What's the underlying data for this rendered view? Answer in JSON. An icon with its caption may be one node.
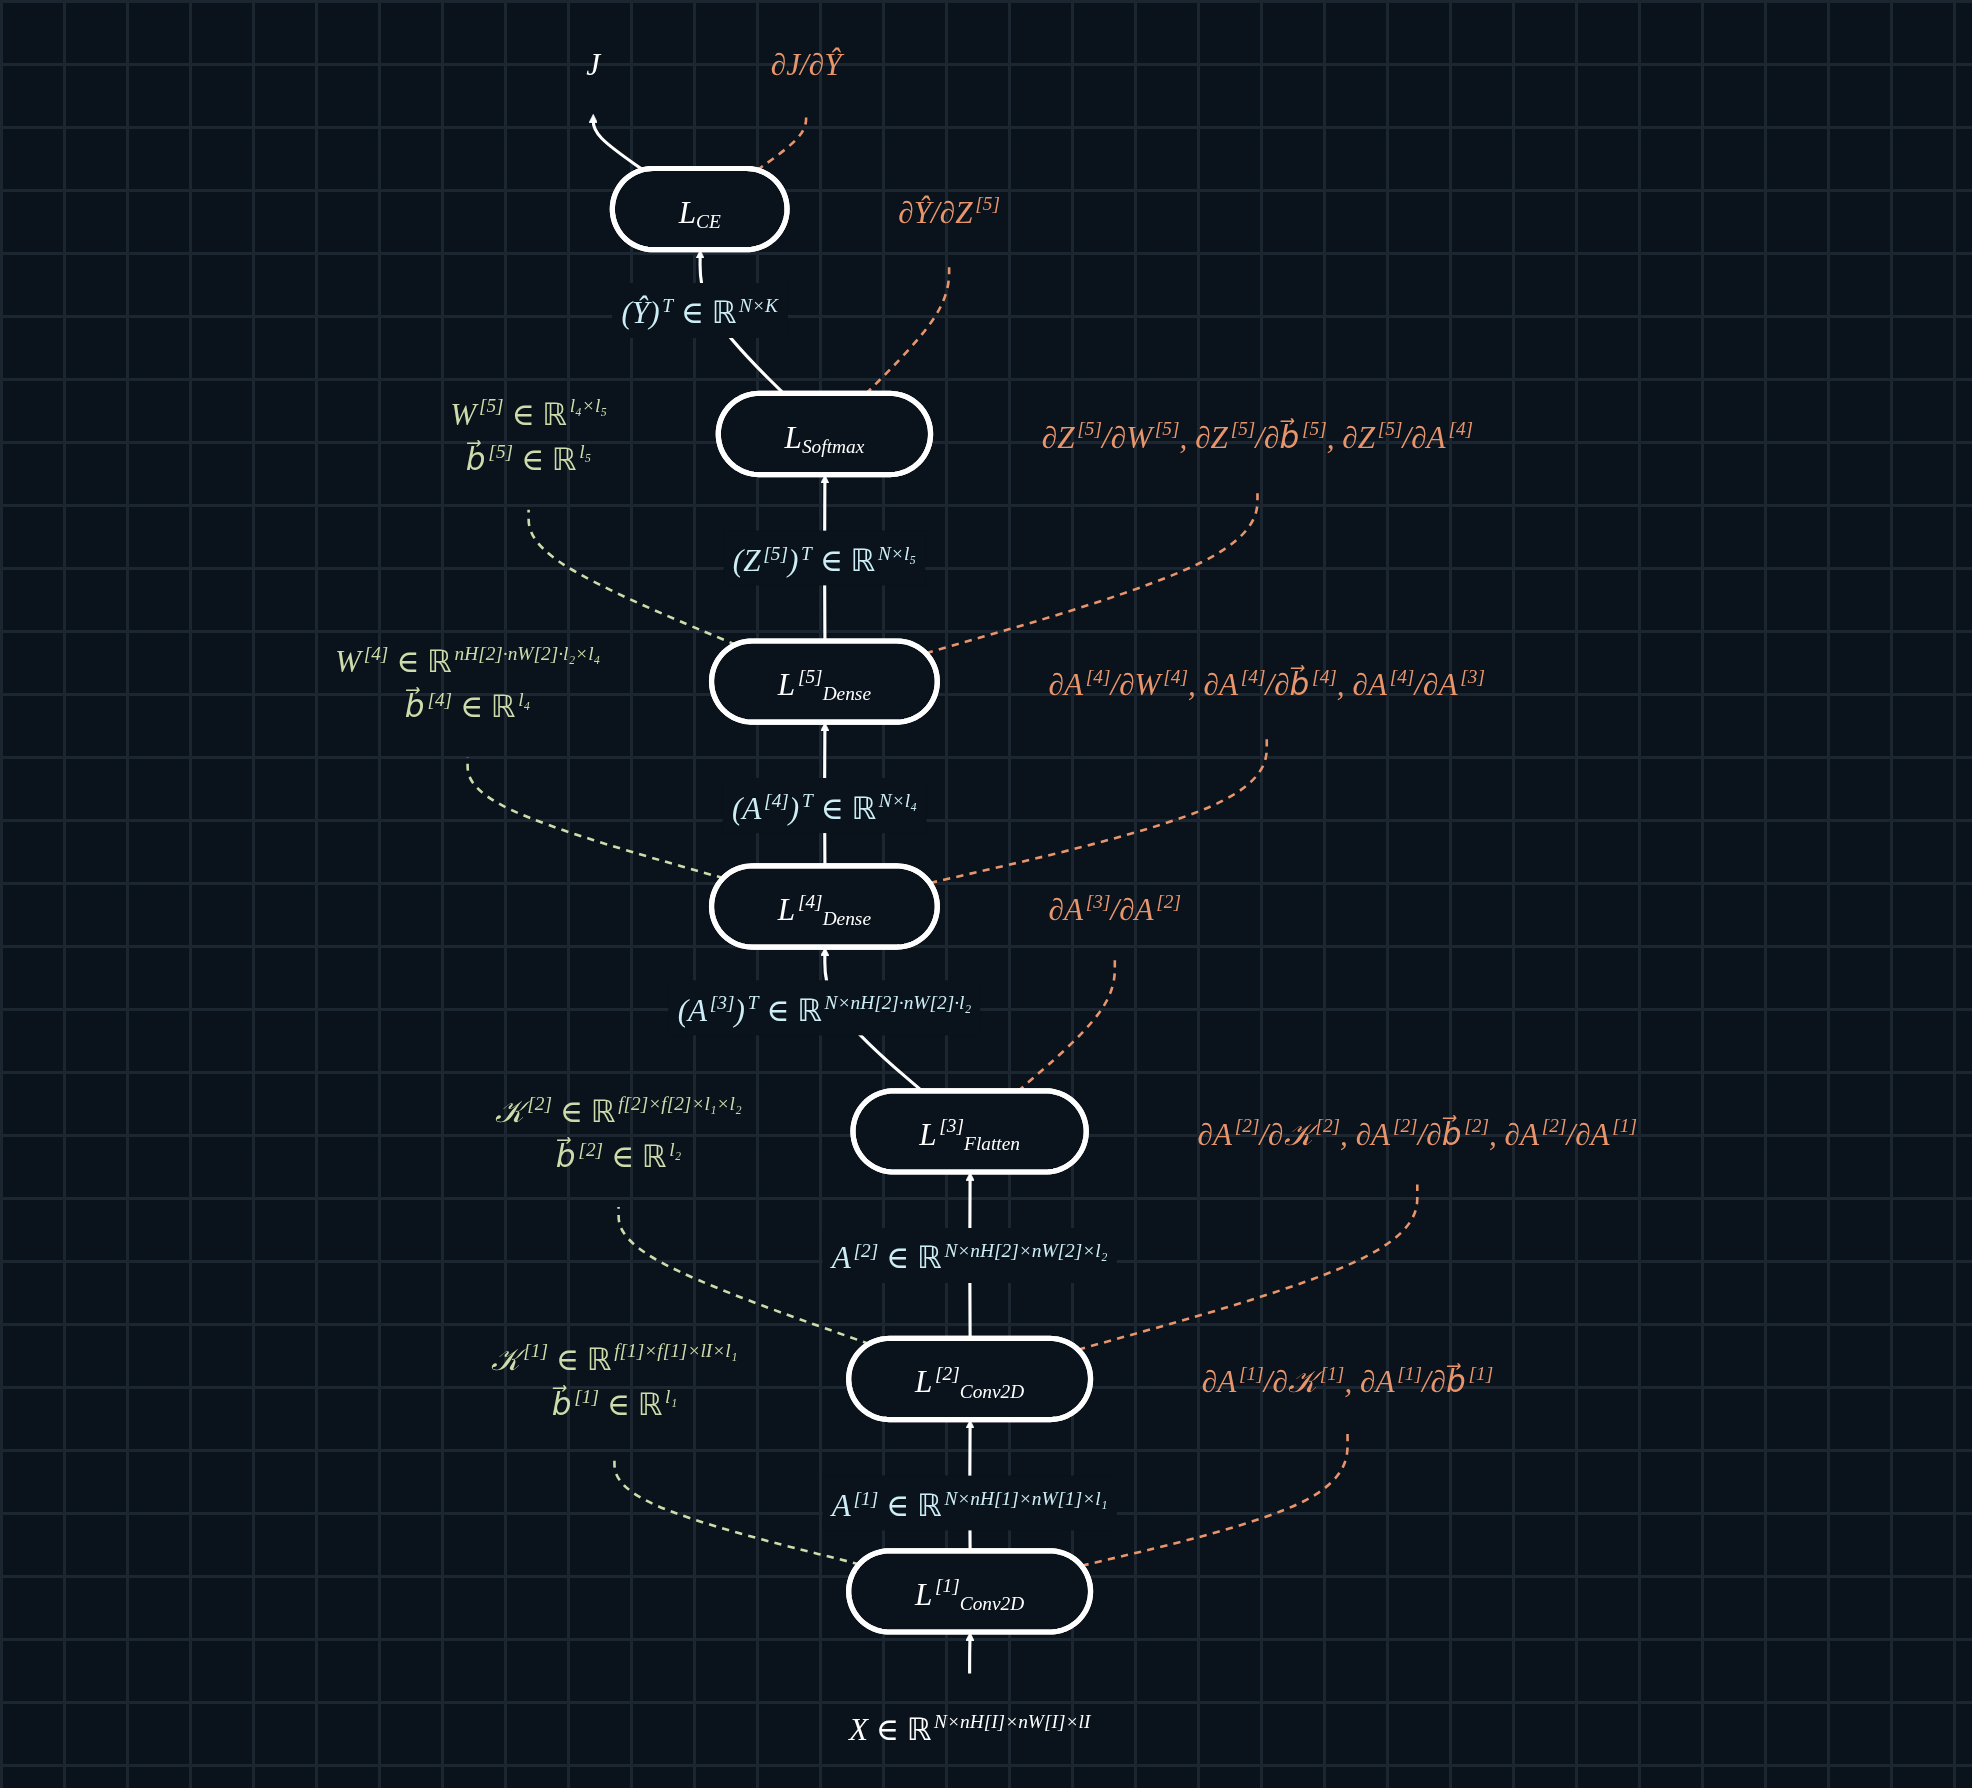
{
  "diagram": {
    "nodes": [
      {
        "text": [
          "J"
        ]
      },
      {
        "text": [
          "L$_{CE}$"
        ]
      },
      {
        "text": [
          "∂J/∂Ŷ"
        ]
      },
      {
        "text": [
          "L$_{Softmax}$"
        ]
      },
      {
        "text": [
          "∂Ŷ/∂Z$^{[5]}$"
        ]
      },
      {
        "text": [
          "L$^{[5]}$$_{Dense}$"
        ]
      },
      {
        "text": [
          "W$^{[5]}$ ∈ ℝ$^{l₄×l₅}$",
          "b⃗$^{[5]}$ ∈ ℝ$^{l₅}$"
        ]
      },
      {
        "text": [
          "∂Z$^{[5]}$/∂W$^{[5]}$, ∂Z$^{[5]}$/∂b⃗$^{[5]}$, ∂Z$^{[5]}$/∂A$^{[4]}$"
        ]
      },
      {
        "text": [
          "L$^{[4]}$$_{Dense}$"
        ]
      },
      {
        "text": [
          "W$^{[4]}$ ∈ ℝ$^{nH[2]·nW[2]·l₂×l₄}$",
          "b⃗$^{[4]}$ ∈ ℝ$^{l₄}$"
        ]
      },
      {
        "text": [
          "∂A$^{[4]}$/∂W$^{[4]}$, ∂A$^{[4]}$/∂b⃗$^{[4]}$, ∂A$^{[4]}$/∂A$^{[3]}$"
        ]
      },
      {
        "text": [
          "L$^{[3]}$$_{Flatten}$"
        ]
      },
      {
        "text": [
          "∂A$^{[3]}$/∂A$^{[2]}$"
        ]
      },
      {
        "text": [
          "L$^{[2]}$$_{Conv2D}$"
        ]
      },
      {
        "text": [
          "𝒦$^{[2]}$ ∈ ℝ$^{f[2]×f[2]×l₁×l₂}$",
          "b⃗$^{[2]}$ ∈ ℝ$^{l₂}$"
        ]
      },
      {
        "text": [
          "∂A$^{[2]}$/∂𝒦$^{[2]}$, ∂A$^{[2]}$/∂b⃗$^{[2]}$, ∂A$^{[2]}$/∂A$^{[1]}$"
        ]
      },
      {
        "text": [
          "L$^{[1]}$$_{Conv2D}$"
        ]
      },
      {
        "text": [
          "𝒦$^{[1]}$ ∈ ℝ$^{f[1]×f[1]×lI×l₁}$",
          "b⃗$^{[1]}$ ∈ ℝ$^{l₁}$"
        ]
      },
      {
        "text": [
          "∂A$^{[1]}$/∂𝒦$^{[1]}$, ∂A$^{[1]}$/∂b⃗$^{[1]}$"
        ]
      },
      {
        "text": [
          "X ∈ ℝ$^{N×nH[I]×nW[I]×lI}$"
        ]
      }
    ],
    "edges": [
      {
        "from": 19,
        "to": 16,
        "arrow": "to"
      },
      {
        "from": 16,
        "to": 17,
        "arrow": "none",
        "style": "dashed",
        "color": "#cddcaa"
      },
      {
        "from": 16,
        "to": 13,
        "arrow": "to",
        "label": "A$^{[1]}$ ∈ ℝ$^{N×nH[1]×nW[1]×l₁}$"
      },
      {
        "from": 16,
        "to": 18,
        "arrow": "none",
        "style": "dashed",
        "color": "#e9956c"
      },
      {
        "from": 13,
        "to": 14,
        "arrow": "none",
        "style": "dashed",
        "color": "#cddcaa"
      },
      {
        "from": 13,
        "to": 11,
        "arrow": "to",
        "label": "A$^{[2]}$ ∈ ℝ$^{N×nH[2]×nW[2]×l₂}$"
      },
      {
        "from": 13,
        "to": 15,
        "arrow": "none",
        "style": "dashed",
        "color": "#e9956c"
      },
      {
        "from": 11,
        "to": 8,
        "arrow": "to",
        "label": "(A$^{[3]}$)$^{T}$ ∈ ℝ$^{N×nH[2]·nW[2]·l₂}$"
      },
      {
        "from": 11,
        "to": 12,
        "arrow": "none",
        "style": "dashed",
        "color": "#e9956c"
      },
      {
        "from": 8,
        "to": 9,
        "arrow": "none",
        "style": "dashed",
        "color": "#cddcaa"
      },
      {
        "from": 8,
        "to": 5,
        "arrow": "to",
        "label": "(A$^{[4]}$)$^{T}$ ∈ ℝ$^{N×l₄}$"
      },
      {
        "from": 8,
        "to": 10,
        "arrow": "none",
        "style": "dashed",
        "color": "#e9956c"
      },
      {
        "from": 5,
        "to": 6,
        "arrow": "none",
        "style": "dashed",
        "color": "#cddcaa"
      },
      {
        "from": 5,
        "to": 3,
        "arrow": "to",
        "label": "(Z$^{[5]}$)$^{T}$ ∈ ℝ$^{N×l₅}$"
      },
      {
        "from": 5,
        "to": 7,
        "arrow": "none",
        "style": "dashed",
        "color": "#e9956c"
      },
      {
        "from": 3,
        "to": 1,
        "arrow": "to",
        "label": "(Ŷ)$^{T}$ ∈ ℝ$^{N×K}$"
      },
      {
        "from": 3,
        "to": 4,
        "arrow": "none",
        "style": "dashed",
        "color": "#e9956c"
      },
      {
        "from": 1,
        "to": 0,
        "arrow": "to"
      },
      {
        "from": 1,
        "to": 2,
        "arrow": "none",
        "style": "dashed",
        "color": "#e9956c"
      }
    ]
  }
}
